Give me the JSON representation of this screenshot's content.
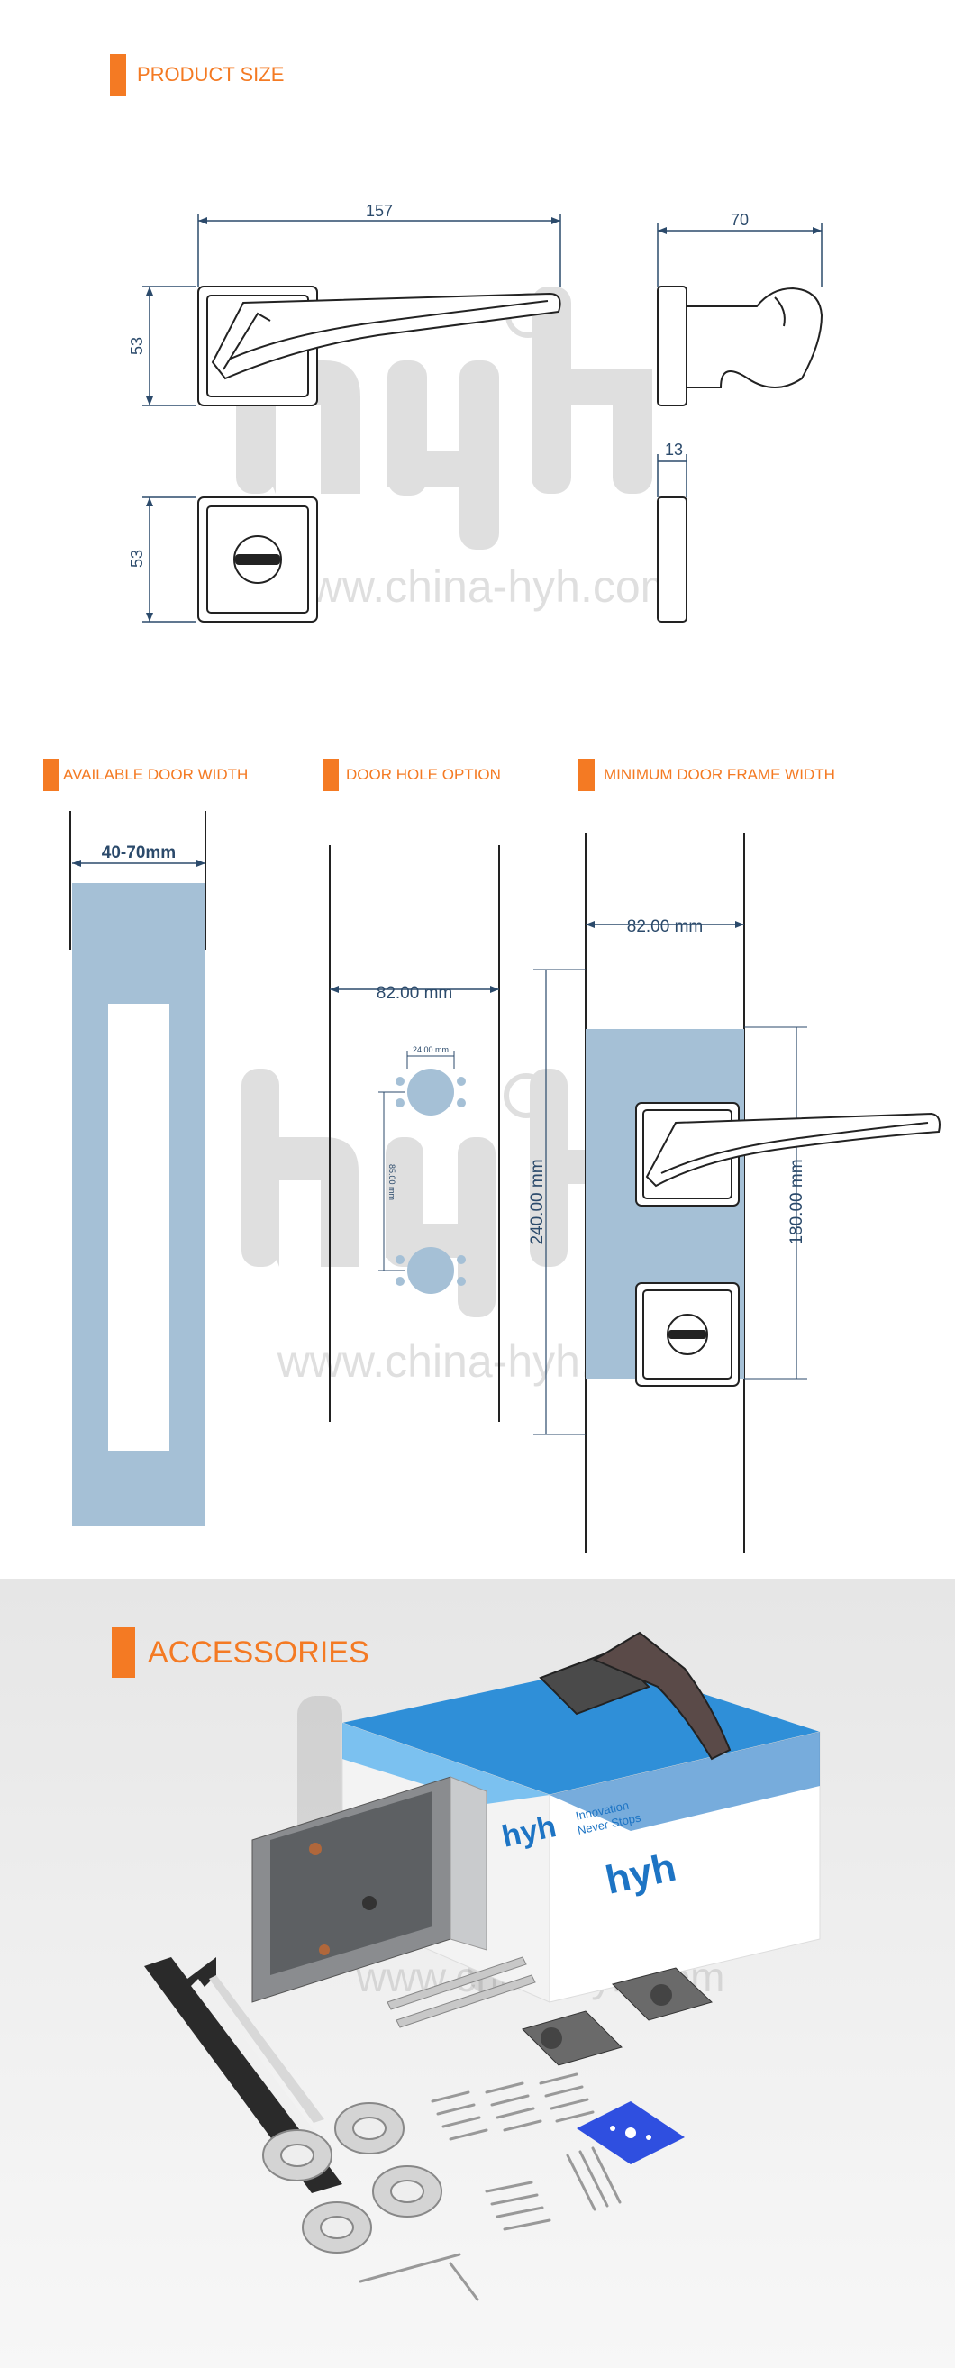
{
  "product_size": {
    "title": "PRODUCT SIZE",
    "dims": {
      "width": "157",
      "height": "53",
      "rose_height": "53",
      "projection": "70",
      "rose_thickness": "13"
    }
  },
  "door_width": {
    "title": "AVAILABLE DOOR WIDTH",
    "range": "40-70mm"
  },
  "door_hole": {
    "title": "DOOR HOLE OPTION",
    "backset": "82.00 mm",
    "hole_spacing": "24.00 mm",
    "hole_center": "85.00 mm"
  },
  "min_frame": {
    "title": "MINIMUM DOOR FRAME WIDTH",
    "backset": "82.00 mm",
    "total_height": "240.00 mm",
    "handle_height": "180.00 mm"
  },
  "watermark": {
    "url": "www.china-hyh.com"
  },
  "accessories": {
    "title": "ACCESSORIES",
    "box_brand": "hyh",
    "box_tagline_1": "Innovation",
    "box_tagline_2": "Never Stops"
  },
  "colors": {
    "accent": "#f47a23",
    "dimension": "#2b4a6b",
    "door_panel": "#a5c0d6",
    "line_drawing": "#2a2a2a"
  }
}
